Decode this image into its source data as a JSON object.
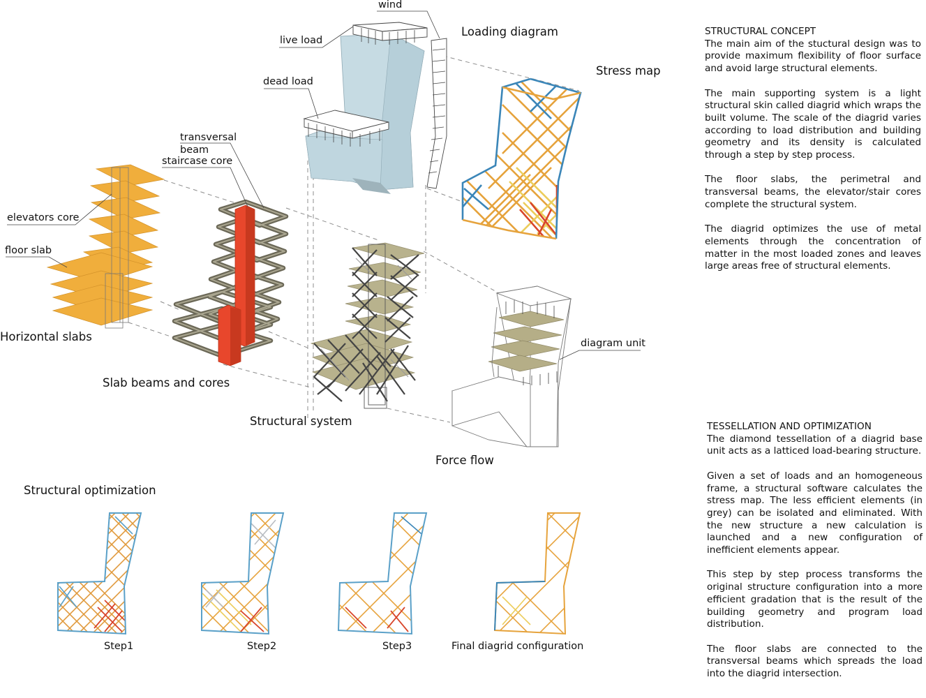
{
  "labels": {
    "wind": "wind",
    "live_load": "live load",
    "dead_load": "dead load",
    "loading_diagram": "Loading diagram",
    "stress_map": "Stress map",
    "transversal_beam": "transversal\nbeam",
    "staircase_core": "staircase core",
    "elevators_core": "elevators core",
    "floor_slab": "floor slab",
    "horizontal_slabs": "Horizontal slabs",
    "slab_beams_and_cores": "Slab beams and cores",
    "structural_system": "Structural system",
    "diagram_unit": "diagram unit",
    "force_flow": "Force flow",
    "structural_optimization": "Structural optimization"
  },
  "steps": [
    "Step1",
    "Step2",
    "Step3",
    "Final diagrid configuration"
  ],
  "structural_concept": {
    "title": "STRUCTURAL CONCEPT",
    "paragraphs": [
      "The main aim of the stuctural design was to provide  maximum flexibility of floor surface and avoid large structural elements.",
      "The main supporting system  is a light structural skin called diagrid which wraps the built volume. The scale of the diagrid varies according to load distribution and building geometry and its density is calculated through a step by step process.",
      "The floor slabs, the perimetral and transversal beams, the elevator/stair cores complete the structural system.",
      "The diagrid optimizes the use of metal elements through the concentration of matter in the most loaded zones and leaves large areas free of structural elements."
    ]
  },
  "tessellation": {
    "title": "TESSELLATION AND OPTIMIZATION",
    "paragraphs": [
      "The  diamond tessellation of a diagrid base unit acts as a latticed load-bearing structure.",
      "Given a set of loads and an homogeneous frame, a structural software calculates the stress map. The less efficient elements (in grey) can be isolated and eliminated. With the new structure a new calculation is launched and   a new configuration of inefficient elements appear.",
      "This step by step process transforms the original structure configuration into a more efficient gradation that is the result of the building geometry and program load distribution.",
      "The floor slabs are connected to the transversal beams which spreads the load into the diagrid  intersection."
    ]
  },
  "colors": {
    "slab": "#f0ae3c",
    "core_red": "#e8472c",
    "beam": "#8a8672",
    "volume": "#c6dbe3",
    "tan": "#b5ae87",
    "stress_blue": "#3b86b8",
    "stress_orange": "#e6a33c",
    "stress_red": "#d8452a",
    "stress_yellow": "#eccd5c",
    "grey_element": "#b9bdc2"
  }
}
